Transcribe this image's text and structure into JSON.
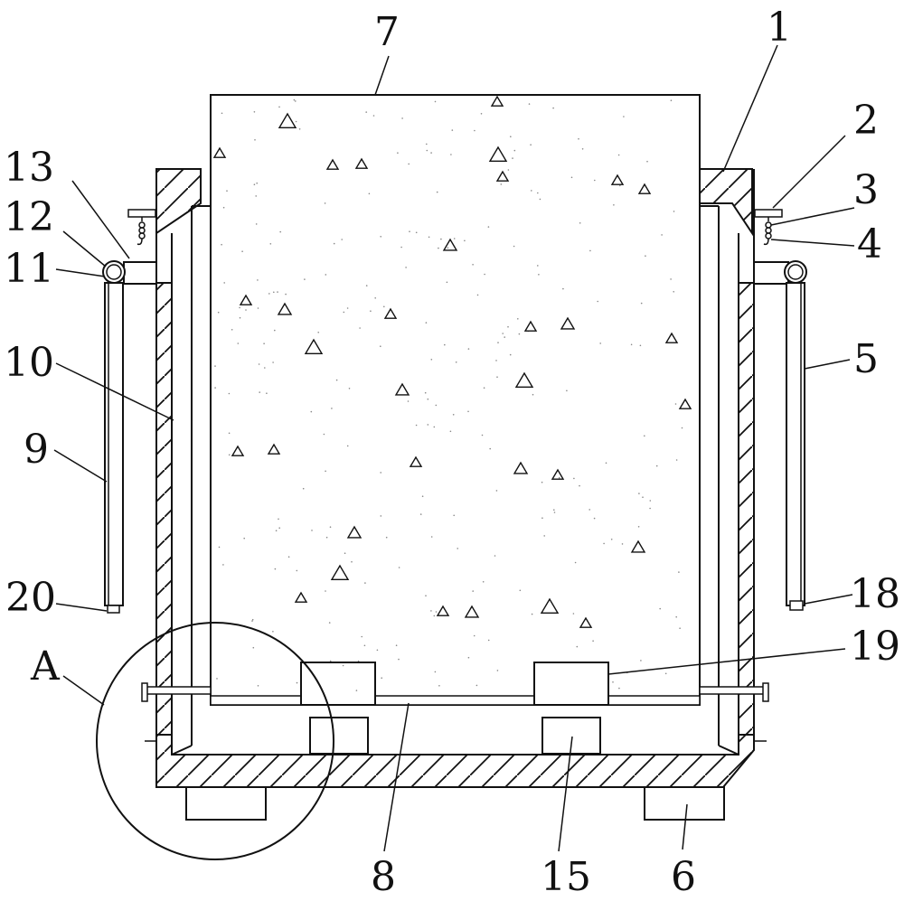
{
  "labels": {
    "l1": "1",
    "l2": "2",
    "l3": "3",
    "l4": "4",
    "l5": "5",
    "l6": "6",
    "l7": "7",
    "l8": "8",
    "l9": "9",
    "l10": "10",
    "l11": "11",
    "l12": "12",
    "l13": "13",
    "l15": "15",
    "l18": "18",
    "l19": "19",
    "l20": "20",
    "lA": "A"
  }
}
